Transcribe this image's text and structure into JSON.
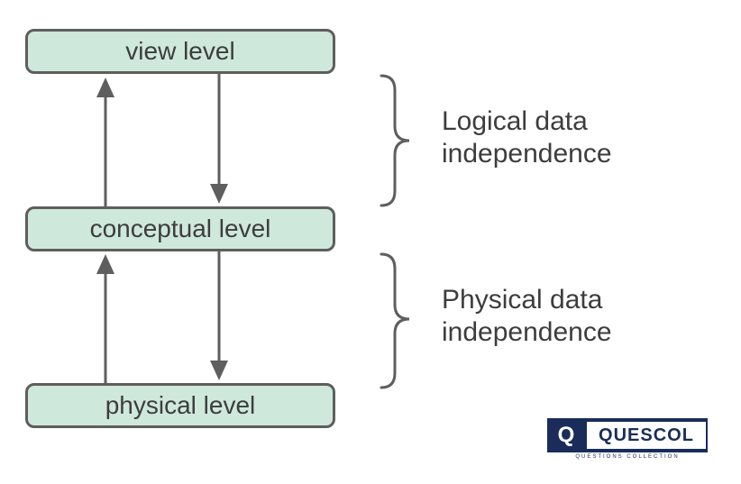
{
  "levels": {
    "view": "view level",
    "conceptual": "conceptual level",
    "physical": "physical level"
  },
  "braces": {
    "logical_line1": "Logical data",
    "logical_line2": "independence",
    "physical_line1": "Physical data",
    "physical_line2": "independence"
  },
  "logo": {
    "mark": "Q",
    "name": "QUESCOL",
    "tagline": "QUESTIONS COLLECTION"
  },
  "colors": {
    "box_fill": "#cfe8dc",
    "stroke": "#5e5e5e",
    "text": "#3d3d3d",
    "logo_navy": "#1a2d5a"
  }
}
